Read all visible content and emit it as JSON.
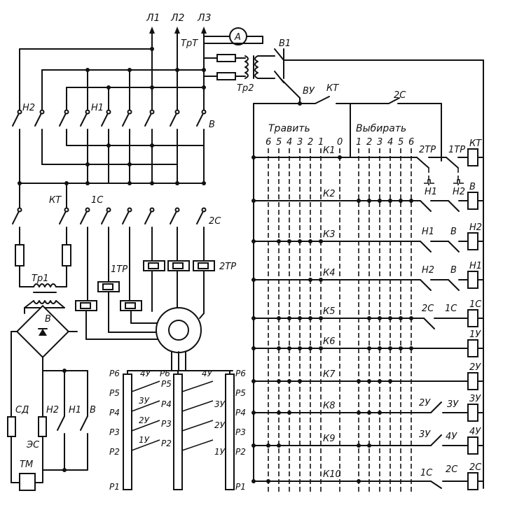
{
  "phases": [
    "Л1",
    "Л2",
    "Л3"
  ],
  "ammeter": "A",
  "transformers": {
    "current": "ТрТ",
    "control": "Тр2",
    "rectifier_feed": "Тр1"
  },
  "switches": {
    "main": "В1",
    "control": "ВУ",
    "kt_top": "КТ",
    "sc2_top": "2С"
  },
  "power_contacts": [
    "Н2",
    "Н1",
    "В",
    "КТ",
    "1С",
    "2С"
  ],
  "overload_relays": [
    "1ТР",
    "2ТР"
  ],
  "rectifier": "В",
  "brake_coil": "СД",
  "brake_contacts": [
    "Н2",
    "Н1",
    "В"
  ],
  "brake_relay": "ЭС",
  "brake_magnet": "ТМ",
  "controller": {
    "travit_label": "Травить",
    "vybirat_label": "Выбирать",
    "travit_positions": [
      "6",
      "5",
      "4",
      "3",
      "2",
      "1"
    ],
    "zero": "0",
    "vybirat_positions": [
      "1",
      "2",
      "3",
      "4",
      "5",
      "6"
    ],
    "rows": [
      "К1",
      "К2",
      "К3",
      "К4",
      "К5",
      "К6",
      "К7",
      "К8",
      "К9",
      "К10"
    ]
  },
  "rotor_resistors": {
    "taps": [
      "Р6",
      "Р5",
      "Р4",
      "Р3",
      "Р2",
      "Р1"
    ],
    "contacts": [
      "4У",
      "3У",
      "2У",
      "1У"
    ]
  },
  "chain_labels": {
    "r1": [
      "2ТР",
      "1ТР"
    ],
    "r2": [
      "Н1",
      "Н2"
    ],
    "r3": [
      "Н1",
      "В"
    ],
    "r4": [
      "Н2",
      "В"
    ],
    "r5": [
      "2С",
      "1С"
    ],
    "r8": [
      "2У",
      "3У"
    ],
    "r9": [
      "3У",
      "4У"
    ],
    "r10": [
      "1С",
      "2С"
    ]
  },
  "coils": [
    "КТ",
    "В",
    "Н2",
    "Н1",
    "1С",
    "1У",
    "2У",
    "3У",
    "4У",
    "2С"
  ]
}
